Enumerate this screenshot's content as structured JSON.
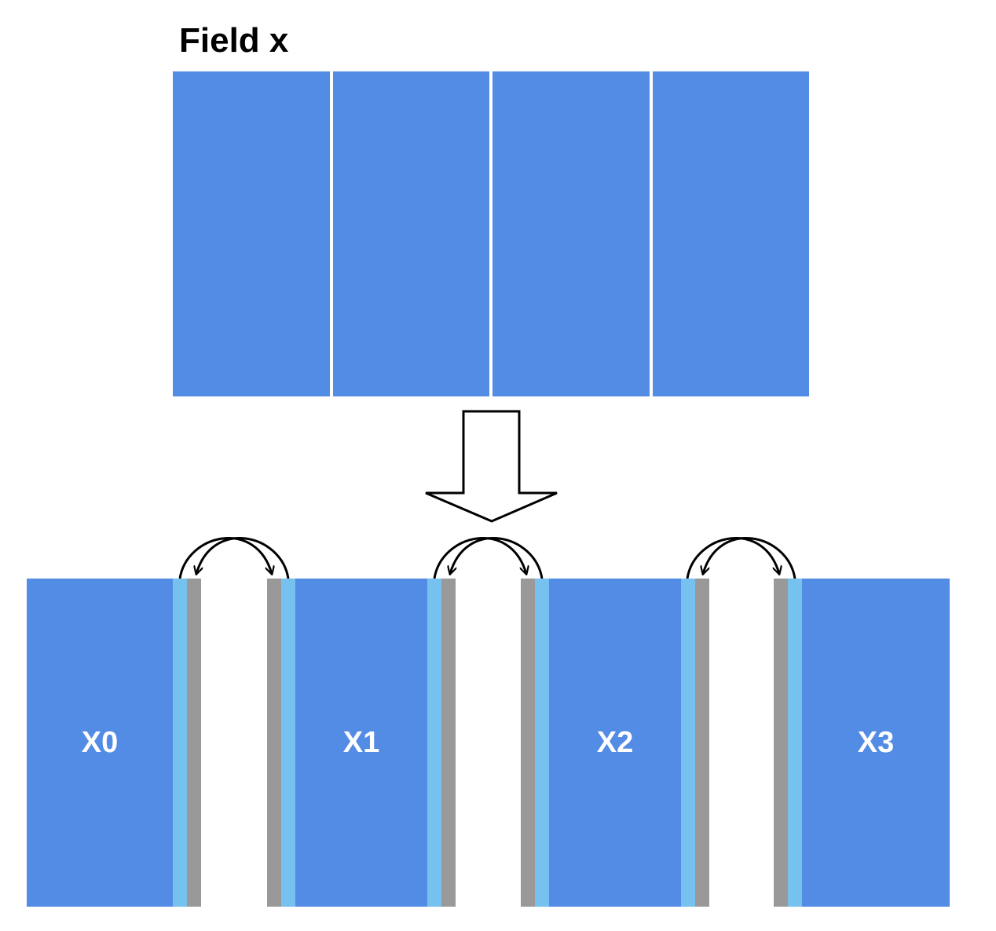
{
  "title": "Field x",
  "field_blocks": 4,
  "partitions": [
    {
      "label": "X0"
    },
    {
      "label": "X1"
    },
    {
      "label": "X2"
    },
    {
      "label": "X3"
    }
  ],
  "colors": {
    "main_block": "#528ce5",
    "boundary_strip": "#76c1ee",
    "ghost_strip": "#999999",
    "arrow": "#000000"
  }
}
